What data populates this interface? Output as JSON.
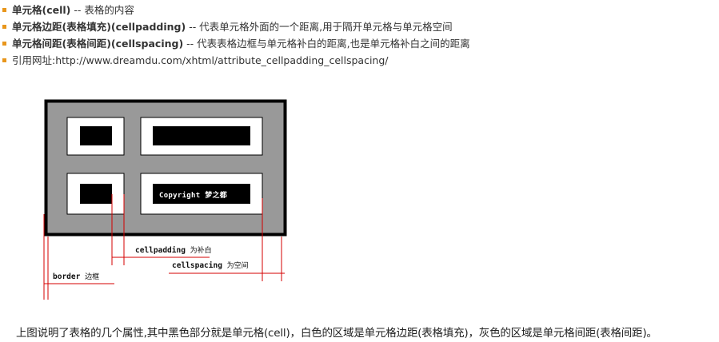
{
  "list": [
    {
      "term": "单元格(cell)",
      "desc": " -- 表格的内容"
    },
    {
      "term": "单元格边距(表格填充)(cellpadding)",
      "desc": " -- 代表单元格外面的一个距离,用于隔开单元格与单元格空间"
    },
    {
      "term": "单元格间距(表格间距)(cellspacing)",
      "desc": " -- 代表表格边框与单元格补白的距离,也是单元格补白之间的距离"
    },
    {
      "term": "",
      "desc": "引用网址:http://www.dreamdu.com/xhtml/attribute_cellpadding_cellspacing/"
    }
  ],
  "diagram": {
    "copyright_text": "Copyright",
    "copyright_cn": "梦之都",
    "labels": {
      "cellpadding": "cellpadding",
      "cellpadding_cn": "为补白",
      "cellspacing": "cellspacing",
      "cellspacing_cn": "为空间",
      "border": "border",
      "border_cn": "边框"
    }
  },
  "caption": "上图说明了表格的几个属性,其中黑色部分就是单元格(cell)，白色的区域是单元格边距(表格填充)，灰色的区域是单元格间距(表格间距)。",
  "colors": {
    "bullet": "#e8961c",
    "spacing_gray": "#999999",
    "cell_black": "#000000",
    "guide_red": "#d40000"
  }
}
